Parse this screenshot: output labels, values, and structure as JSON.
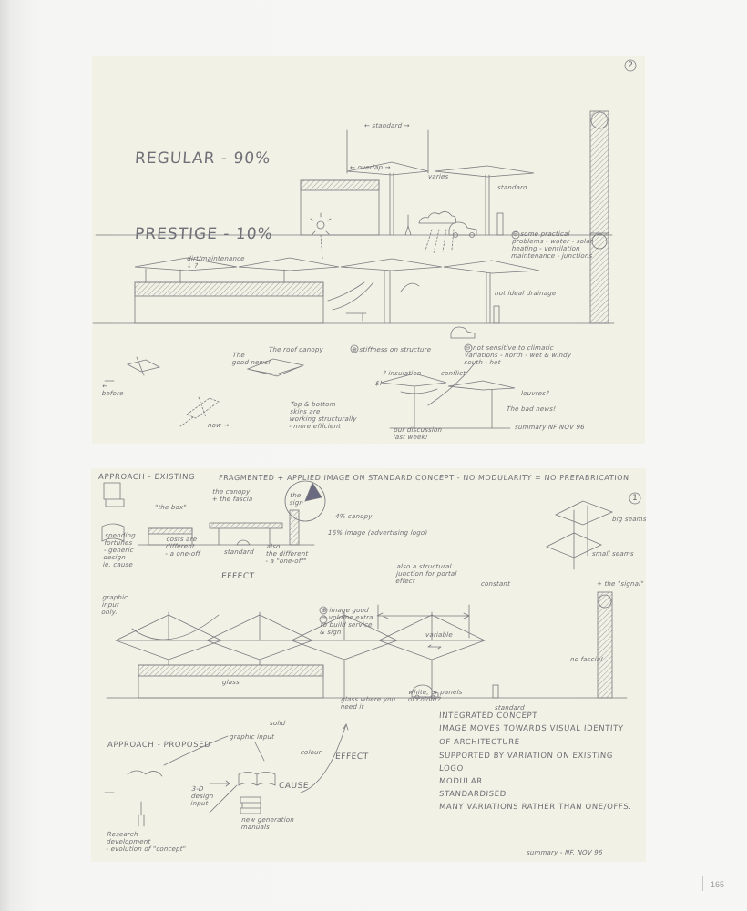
{
  "page_number": "165",
  "top_sketch": {
    "sheet_number": "2",
    "regular": "REGULAR - 90%",
    "standard_span": "← standard →",
    "overlap": "← overlap →",
    "varies": "varies",
    "standard_right": "standard",
    "prestige": "PRESTIGE - 10%",
    "dirt": "dirt/maintenance\n↓ ?",
    "problems": "⊖ some practical\nproblems - water - solar\nheating - ventilation\nmaintenance - junctions",
    "drainage": "not ideal drainage",
    "roof_canopy": "The roof canopy",
    "stiffness": "⊕ stiffness on structure",
    "climatic": "⊖ not sensitive to climatic\nvariations - north - wet & windy\nsouth - hot",
    "good_news": "The\ngood news!",
    "before": "← \nbefore",
    "now": "now →",
    "skins": "Top & bottom\nskins are\nworking structurally\n- more efficient",
    "insulation": "? insulation",
    "dollar": "$!",
    "conflict": "conflict",
    "louvres": "louvres?",
    "bad_news": "The bad news!",
    "discussion": "our discussion\nlast week!",
    "summary": "summary NF NOV 96"
  },
  "bottom_sketch": {
    "sheet_number": "1",
    "approach_existing": "APPROACH - EXISTING",
    "headline": "FRAGMENTED + APPLIED IMAGE ON STANDARD CONCEPT - NO MODULARITY = NO PREFABRICATION",
    "the_box": "\"the box\"",
    "canopy_fascia": "the canopy\n+ the fascia",
    "the_sign": "the\nsign",
    "pie_canopy": "4% canopy",
    "pie_image": "16% image (advertising logo)",
    "big_seams": "big seams",
    "small_seams": "small seams",
    "fortunes": "spending\nfortunes\n- generic\ndesign\nie. cause",
    "costs": "costs are\ndifferent\n- a one-off",
    "standard_small": "standard",
    "also_different": "also\nthe different\n- a \"one-off\"",
    "effect_top": "EFFECT",
    "graphic_only": "graphic\ninput\nonly.",
    "structural": "also a structural\njunction for portal\neffect",
    "constant": "constant",
    "signal": "+ the \"signal\"",
    "image_good": "⊕ image good\n⊖ volume extra\nto build service\n& sign",
    "variable": "variable",
    "no_fascia": "no fascia!",
    "glass": "glass",
    "white_panels": "white, or panels\nof colour?",
    "glass_need": "glass where you\nneed it",
    "standard_right": "standard",
    "solid": "solid",
    "colour": "colour",
    "concept_lines": [
      "INTEGRATED CONCEPT",
      "IMAGE MOVES TOWARDS VISUAL IDENTITY",
      "OF ARCHITECTURE",
      "SUPPORTED BY VARIATION ON EXISTING",
      "LOGO",
      "MODULAR",
      "STANDARDISED",
      "MANY VARIATIONS RATHER THAN ONE/OFFS."
    ],
    "approach_proposed": "APPROACH - PROPOSED",
    "graphic_input": "graphic input",
    "effect_bottom": "EFFECT",
    "cause": "CAUSE",
    "design_input": "3-D\ndesign\ninput",
    "research": "Research\ndevelopment\n- evolution of \"concept\"",
    "new_manuals": "new generation\nmanuals",
    "summary": "summary - NF. NOV 96"
  },
  "colors": {
    "paper": "#f1f1e5",
    "pencil": "#6a6a70"
  }
}
